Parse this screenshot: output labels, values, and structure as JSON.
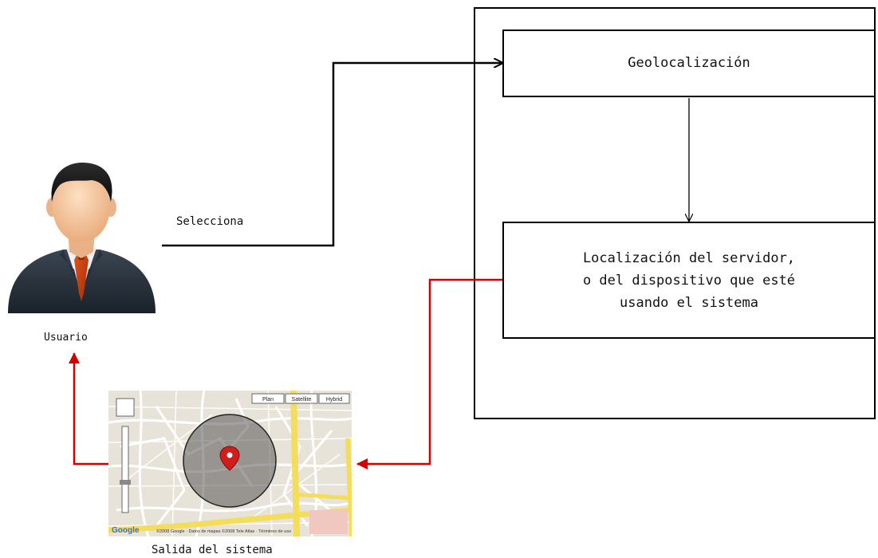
{
  "diagram": {
    "user": {
      "label": "Usuario"
    },
    "edge_select": {
      "label": "Selecciona"
    },
    "node_geo": {
      "label": "Geolocalización"
    },
    "node_locate": {
      "lines": [
        "Localización del servidor,",
        "o del dispositivo que esté",
        "usando el sistema"
      ]
    },
    "output": {
      "label": "Salida del sistema"
    },
    "map": {
      "buttons": [
        "Plan",
        "Satellite",
        "Hybrid"
      ],
      "logo": "Google",
      "footer": "©2008 Google · Datos de mapas ©2008 Tele Atlas · Términos de uso"
    },
    "colors": {
      "black_edges": "#000000",
      "red_edges": "#d20000",
      "map_road_major": "#f5e36b",
      "map_circle": "#555555"
    }
  }
}
